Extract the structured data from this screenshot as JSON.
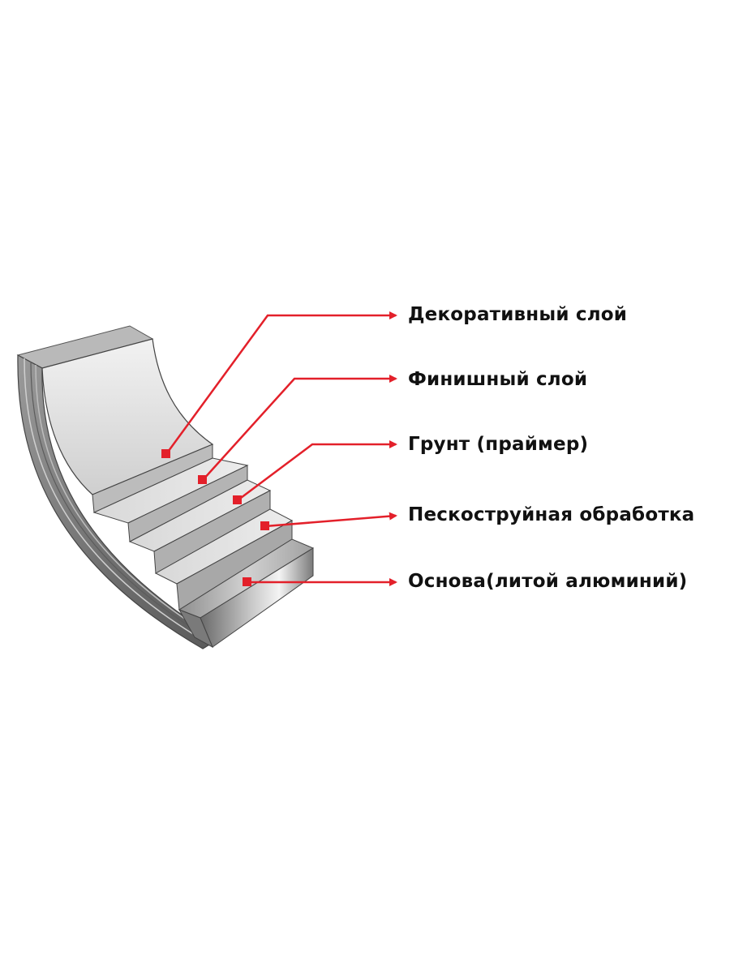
{
  "diagram": {
    "layers": [
      {
        "id": "decorative",
        "label": "Декоративный слой"
      },
      {
        "id": "finish",
        "label": "Финишный слой"
      },
      {
        "id": "primer",
        "label": "Грунт (праймер)"
      },
      {
        "id": "sandblast",
        "label": "Пескоструйная обработка"
      },
      {
        "id": "base",
        "label": "Основа(литой алюминий)"
      }
    ],
    "colors": {
      "leader": "#e3202a",
      "label_text": "#111111",
      "layer_top": "#e2e2e2",
      "layer_edge": "#8a8a8a"
    }
  }
}
